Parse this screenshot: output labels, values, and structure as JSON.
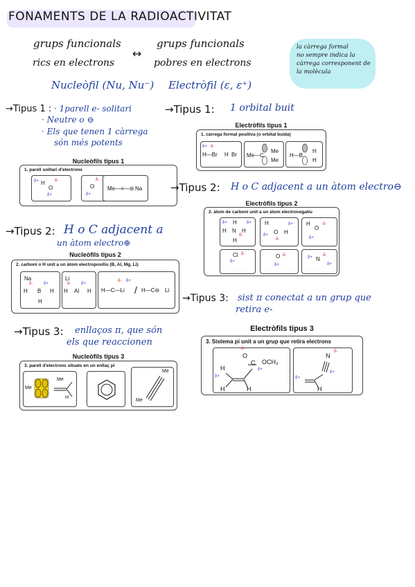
{
  "title": "FONAMENTS DE LA RADIOACTIVITAT",
  "header": {
    "left_line1": "grups funcionals",
    "left_line2": "rics en electrons",
    "arrow": "↔",
    "right_line1": "grups funcionals",
    "right_line2": "pobres en electrons",
    "nucleophile": "Nucleòfil (Nu, Nu⁻)",
    "electrophile": "Electròfil (ε, ε⁺)",
    "note": [
      "la càrrega formal",
      "no sempre indica la",
      "càrrega corresponent de",
      "la molècula"
    ]
  },
  "left": {
    "tipus1_head": "→Tipus 1 :",
    "tipus1_lines": [
      "· 1parell e- solitari",
      "· Neutre o ⊖",
      "· Els que tenen 1 càrrega",
      "són més potents"
    ],
    "nuc1_title": "Nucleòfils tipus 1",
    "nuc1_box_label": "1.  parell solitari d'electrons",
    "tipus2_head": "→Tipus 2:",
    "tipus2_text": "H o C adjacent a",
    "tipus2_text2": "un àtom electro⊕",
    "nuc2_title": "Nucleòfils tipus 2",
    "nuc2_box_label": "2. carboni o H unit a un àtom electropositiu (B, Al, Mg, Li)",
    "tipus3_head": "→Tipus 3:",
    "tipus3_text": "enllaços π, que són",
    "tipus3_text2": "els que reaccionen",
    "nuc3_title": "Nucleòfils tipus 3",
    "nuc3_box_label": "3. parell d'electrons situats en un enllaç pi"
  },
  "right": {
    "tipus1_head": "→Tipus 1:",
    "tipus1_text": "1 orbital buit",
    "elec1_title": "Electròfils tipus 1",
    "elec1_box_label": "1. càrrega formal positiva (o orbital buida)",
    "tipus2_head": "→Tipus 2:",
    "tipus2_text": "H o C adjacent a un àtom electro⊖",
    "elec2_title": "Electròfils tipus 2",
    "elec2_box_label": "2. àtom de carboni unit a un àtom electronegatiu",
    "tipus3_head": "→Tipus 3:",
    "tipus3_text": "sist π conectat a un grup que",
    "tipus3_text2": "retira e-",
    "elec3_title": "Electròfils tipus 3",
    "elec3_box_label": "3. Sistema pi unit a un grup que retira electrons"
  },
  "chem": {
    "delta_plus": "δ+",
    "delta_minus": "δ-",
    "na": "Na",
    "li": "Li",
    "me": "Me",
    "h": "H",
    "b": "B",
    "al": "Al",
    "c": "C",
    "o": "O",
    "n": "N",
    "cl": "Cl",
    "br": "Br",
    "och3": "OCH₃",
    "hbr": "H—Br",
    "mec": "Me—C",
    "hb": "H—B",
    "acetylide": "Me—≡—⊖",
    "hcli": "H—C—Li",
    "hcli2": "H—C⊖",
    "slash": "/"
  }
}
